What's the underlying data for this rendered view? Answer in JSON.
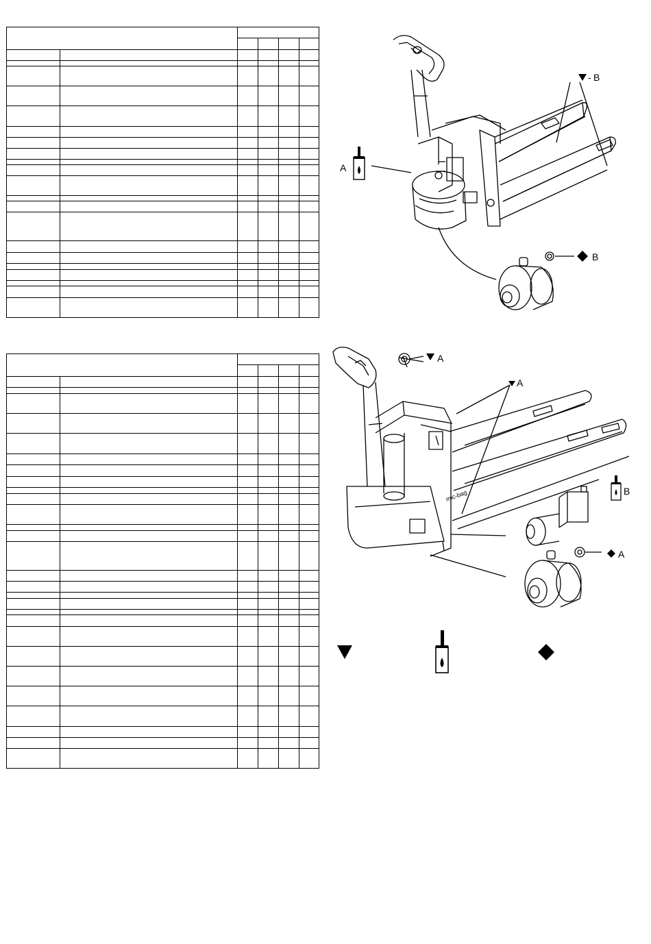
{
  "figure1": {
    "label_a": "A",
    "label_b_top": "B",
    "label_b_bottom": "B"
  },
  "figure2": {
    "label_a_1": "A",
    "label_a_2": "A",
    "label_a_3": "A",
    "label_b": "B",
    "brand": "mic-bag"
  },
  "colors": {
    "line": "#000000",
    "background": "#ffffff"
  },
  "icons": [
    "triangle-down-icon",
    "oil-cylinder-icon",
    "diamond-icon"
  ]
}
